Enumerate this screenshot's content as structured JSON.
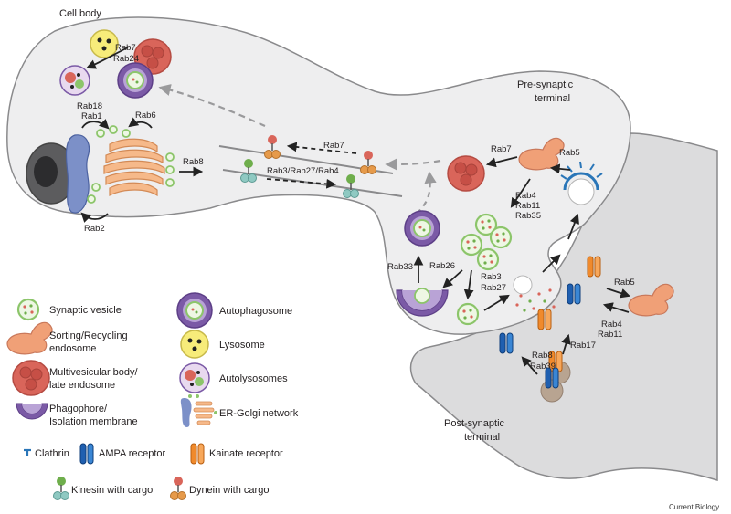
{
  "labels": {
    "cell_body": "Cell body",
    "pre_synaptic_1": "Pre-synaptic",
    "pre_synaptic_2": "terminal",
    "post_synaptic_1": "Post-synaptic",
    "post_synaptic_2": "terminal",
    "credit": "Current Biology"
  },
  "rabs": {
    "rab7_rab24_a": "Rab7",
    "rab7_rab24_b": "Rab24",
    "rab18": "Rab18",
    "rab1": "Rab1",
    "rab6": "Rab6",
    "rab8_axon": "Rab8",
    "rab2": "Rab2",
    "rab7_axon": "Rab7",
    "rab3_27_4": "Rab3/Rab27/Rab4",
    "rab7_pre": "Rab7",
    "rab5_pre": "Rab5",
    "rab4_pre": "Rab4",
    "rab11_pre": "Rab11",
    "rab35_pre": "Rab35",
    "rab33": "Rab33",
    "rab26": "Rab26",
    "rab3_pre": "Rab3",
    "rab27_pre": "Rab27",
    "rab5_post": "Rab5",
    "rab4_post": "Rab4",
    "rab11_post": "Rab11",
    "rab17_post": "Rab17",
    "rab8_post": "Rab8",
    "rab39_post": "Rab39"
  },
  "legend": {
    "synaptic_vesicle": "Synaptic vesicle",
    "sorting_1": "Sorting/Recycling",
    "sorting_2": "endosome",
    "mvb_1": "Multivesicular body/",
    "mvb_2": "late endosome",
    "phagophore_1": "Phagophore/",
    "phagophore_2": "Isolation membrane",
    "autophagosome": "Autophagosome",
    "lysosome": "Lysosome",
    "autolysosomes": "Autolysosomes",
    "er_golgi": "ER-Golgi network",
    "clathrin": "Clathrin",
    "ampa": "AMPA receptor",
    "kainate": "Kainate receptor",
    "kinesin": "Kinesin with cargo",
    "dynein": "Dynein with cargo"
  },
  "colors": {
    "cell_fill": "#eeeeef",
    "post_fill": "#dcdcdd",
    "outline": "#8a8a8c",
    "vesicle_green": "#8cc56a",
    "vesicle_fill": "#eef7e4",
    "endosome_salmon": "#f0a077",
    "mvb_red": "#d9655a",
    "autophagosome_purple": "#7b5aa6",
    "lysosome_yellow": "#f7ec7a",
    "er_blue": "#7c90c8",
    "golgi_orange": "#f6b98a",
    "clathrin_blue": "#2a76b8",
    "ampa_blue": "#1f5fb0",
    "kainate_orange": "#f08a2c",
    "kinesin_teal": "#8fc9c2",
    "dynein_orange": "#e69a4a"
  }
}
